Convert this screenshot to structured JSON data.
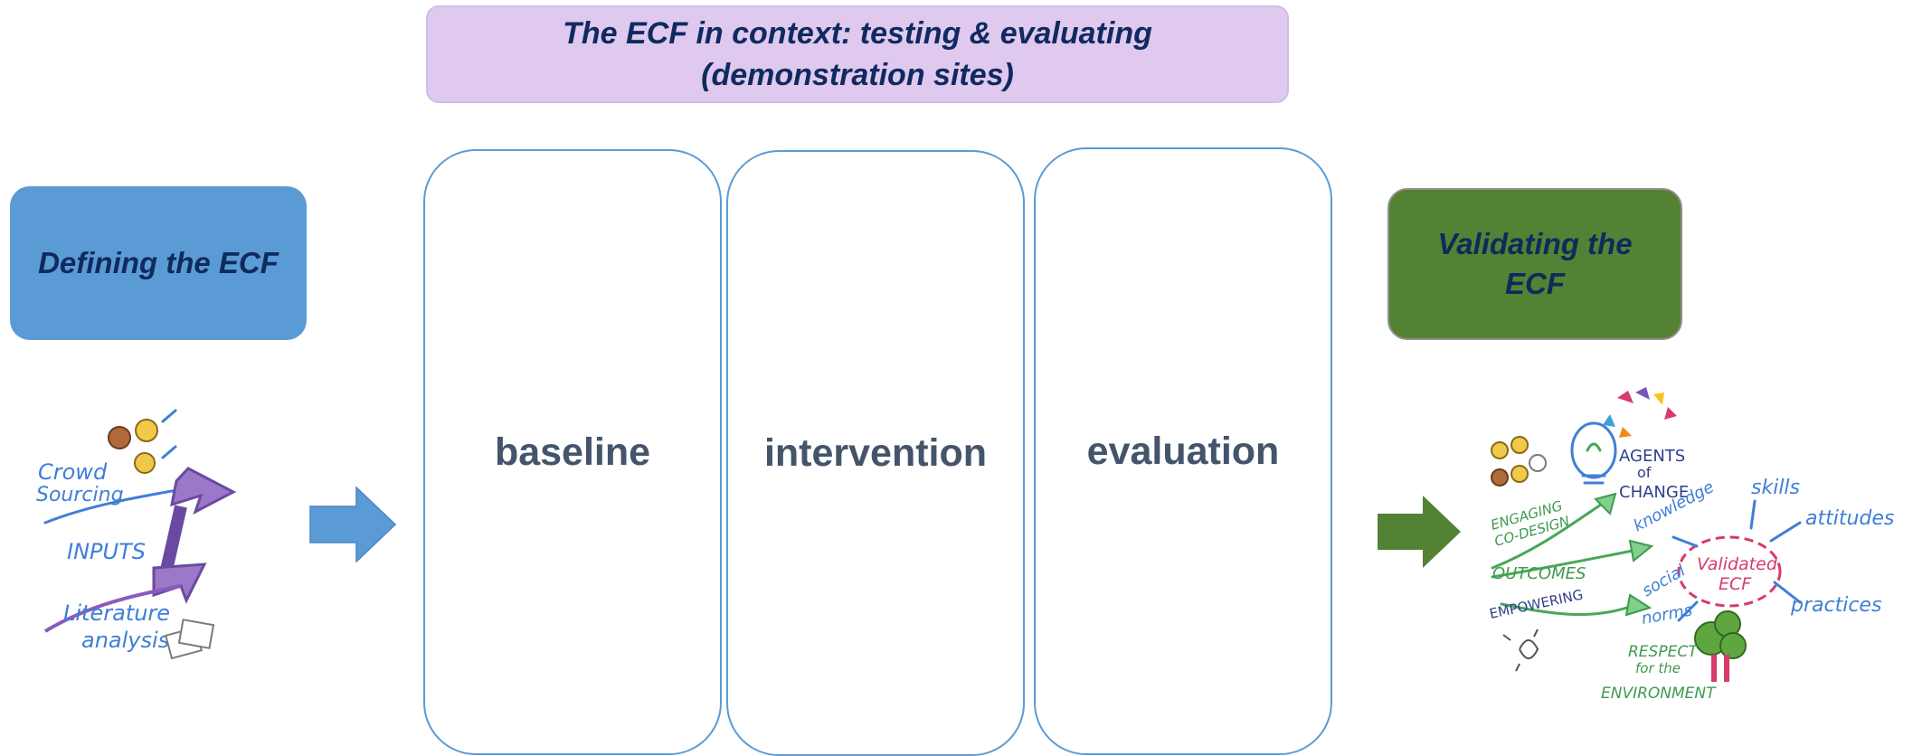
{
  "header": {
    "line1": "The ECF in context: testing & evaluating",
    "line2": "(demonstration sites)"
  },
  "left_box": {
    "label": "Defining the ECF",
    "color": "#5b9bd5"
  },
  "right_box": {
    "label": "Validating the ECF",
    "color": "#548235"
  },
  "phases": [
    {
      "label": "baseline"
    },
    {
      "label": "intervention"
    },
    {
      "label": "evaluation"
    }
  ],
  "left_arrow_color": "#5b9bd5",
  "right_arrow_color": "#548235",
  "sketch_inputs": {
    "words": [
      "Crowd",
      "Sourcing",
      "INPUTS",
      "Literature",
      "analysis"
    ]
  },
  "sketch_outputs": {
    "words": [
      "AGENTS",
      "of",
      "CHANGE",
      "ENGAGING",
      "CO-DESIGN",
      "knowledge",
      "skills",
      "attitudes",
      "OUTCOMES",
      "Validated",
      "ECF",
      "social",
      "norms",
      "practices",
      "EMPOWERING",
      "RESPECT",
      "for the",
      "ENVIRONMENT"
    ]
  }
}
